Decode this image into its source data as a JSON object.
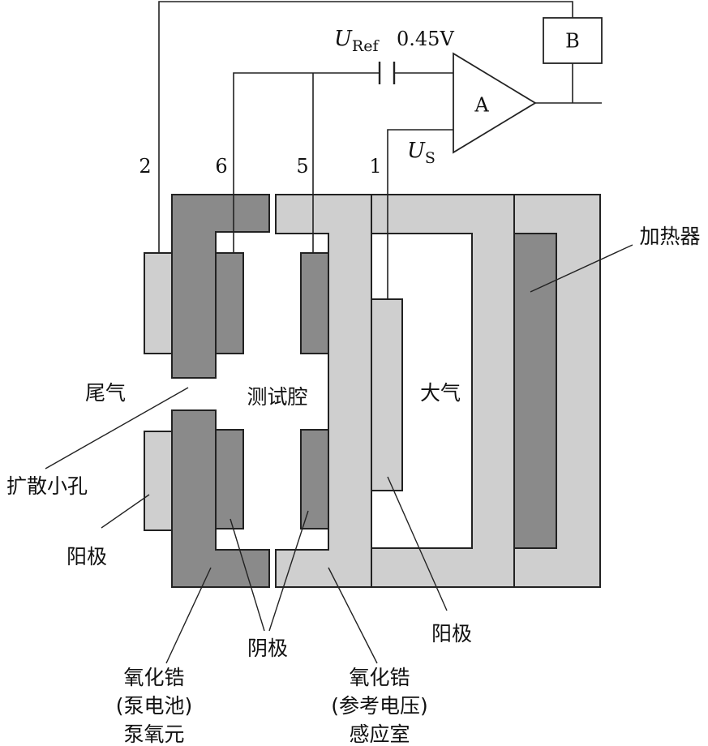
{
  "colors": {
    "light_gray": "#cfcfcf",
    "dark_gray": "#8a8a8a",
    "outline": "#222222",
    "background": "#ffffff"
  },
  "circuit": {
    "block_a": "A",
    "block_b": "B",
    "u_ref": {
      "symbol": "U",
      "subscript": "Ref",
      "value": "0.45V"
    },
    "u_s": {
      "symbol": "U",
      "subscript": "S"
    },
    "wire_numbers": {
      "n2": "2",
      "n6": "6",
      "n5": "5",
      "n1": "1"
    }
  },
  "labels": {
    "exhaust": "尾气",
    "test_chamber": "测试腔",
    "atmosphere": "大气",
    "heater": "加热器",
    "diffusion_hole": "扩散小孔",
    "anode_left": "阳极",
    "cathode": "阴极",
    "anode_right": "阳极",
    "pump_cell": [
      "氧化锆",
      "(泵电池)",
      "泵氧元"
    ],
    "sense_cell": [
      "氧化锆",
      "(参考电压)",
      "感应室"
    ]
  }
}
